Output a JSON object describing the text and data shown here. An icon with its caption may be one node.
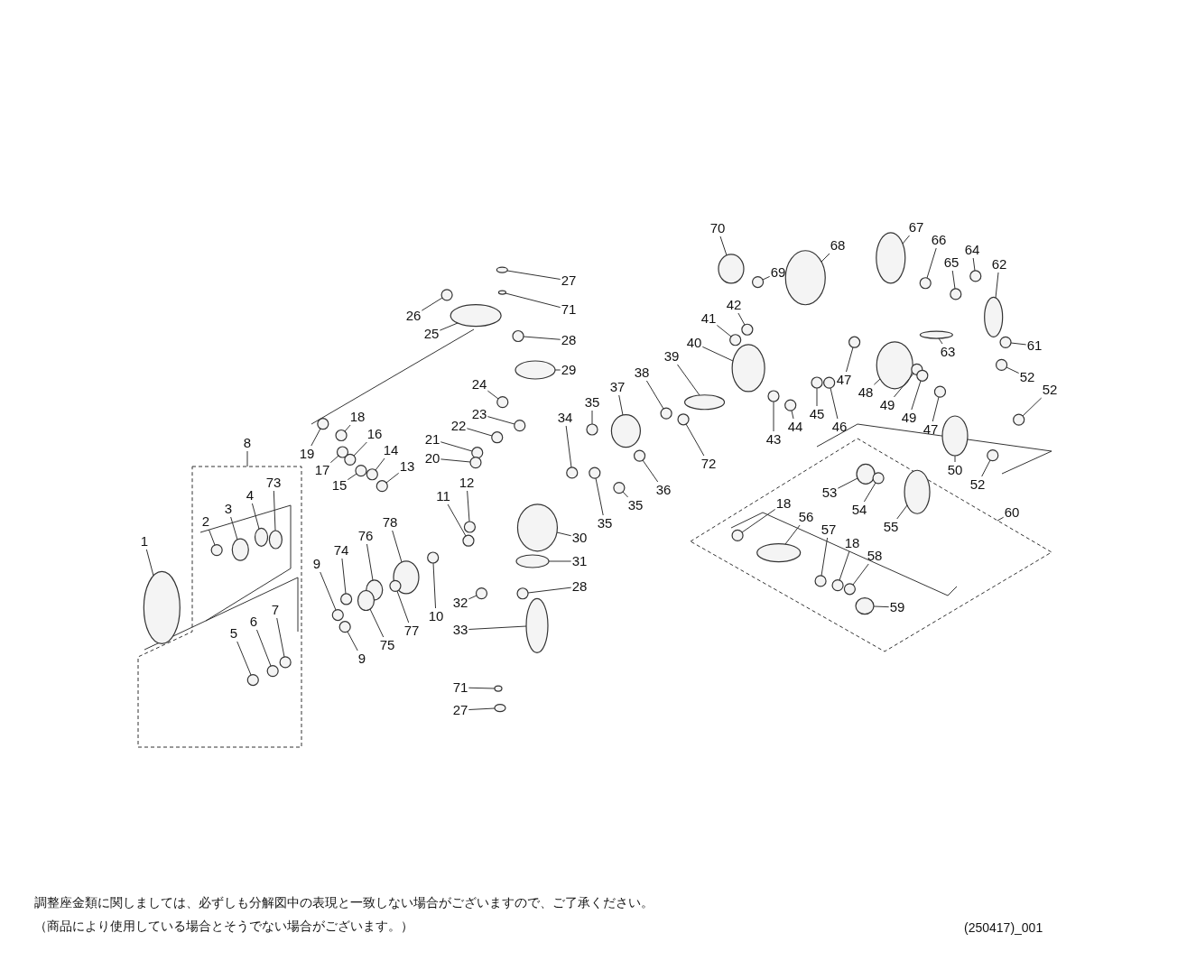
{
  "diagram": {
    "nodes": [
      {
        "text": [
          "27"
        ]
      },
      {
        "text": [
          "71"
        ]
      },
      {
        "text": [
          "26"
        ]
      },
      {
        "text": [
          "25"
        ]
      },
      {
        "text": [
          "28"
        ]
      },
      {
        "text": [
          "29"
        ]
      },
      {
        "text": [
          "24"
        ]
      },
      {
        "text": [
          "23"
        ]
      },
      {
        "text": [
          "22"
        ]
      },
      {
        "text": [
          "21"
        ]
      },
      {
        "text": [
          "20"
        ]
      },
      {
        "text": [
          "18"
        ]
      },
      {
        "text": [
          "19"
        ]
      },
      {
        "text": [
          "16"
        ]
      },
      {
        "text": [
          "17"
        ]
      },
      {
        "text": [
          "14"
        ]
      },
      {
        "text": [
          "15"
        ]
      },
      {
        "text": [
          "13"
        ]
      },
      {
        "text": [
          "12"
        ]
      },
      {
        "text": [
          "11"
        ]
      },
      {
        "text": [
          "8"
        ]
      },
      {
        "text": [
          "73"
        ],
        "in": 109
      },
      {
        "text": [
          "4"
        ],
        "in": 109
      },
      {
        "text": [
          "3"
        ],
        "in": 109
      },
      {
        "text": [
          "2"
        ],
        "in": 109
      },
      {
        "text": [
          "1"
        ]
      },
      {
        "text": [
          "34"
        ]
      },
      {
        "text": [
          "35"
        ]
      },
      {
        "text": [
          "37"
        ]
      },
      {
        "text": [
          "38"
        ]
      },
      {
        "text": [
          "39"
        ]
      },
      {
        "text": [
          "40"
        ]
      },
      {
        "text": [
          "41"
        ]
      },
      {
        "text": [
          "42"
        ]
      },
      {
        "text": [
          "70"
        ]
      },
      {
        "text": [
          "69"
        ]
      },
      {
        "text": [
          "68"
        ]
      },
      {
        "text": [
          "67"
        ]
      },
      {
        "text": [
          "66"
        ]
      },
      {
        "text": [
          "65"
        ]
      },
      {
        "text": [
          "64"
        ]
      },
      {
        "text": [
          "62"
        ]
      },
      {
        "text": [
          "63"
        ]
      },
      {
        "text": [
          "61"
        ]
      },
      {
        "text": [
          "52"
        ]
      },
      {
        "text": [
          "52"
        ]
      },
      {
        "text": [
          "52"
        ]
      },
      {
        "text": [
          "50"
        ]
      },
      {
        "text": [
          "47"
        ]
      },
      {
        "text": [
          "48"
        ]
      },
      {
        "text": [
          "49"
        ]
      },
      {
        "text": [
          "49"
        ]
      },
      {
        "text": [
          "47"
        ]
      },
      {
        "text": [
          "45"
        ]
      },
      {
        "text": [
          "46"
        ]
      },
      {
        "text": [
          "44"
        ]
      },
      {
        "text": [
          "43"
        ]
      },
      {
        "text": [
          "72"
        ]
      },
      {
        "text": [
          "36"
        ]
      },
      {
        "text": [
          "35"
        ]
      },
      {
        "text": [
          "35"
        ]
      },
      {
        "text": [
          "30"
        ]
      },
      {
        "text": [
          "31"
        ]
      },
      {
        "text": [
          "28"
        ]
      },
      {
        "text": [
          "32"
        ]
      },
      {
        "text": [
          "33"
        ]
      },
      {
        "text": [
          "71"
        ]
      },
      {
        "text": [
          "27"
        ]
      },
      {
        "text": [
          "78"
        ]
      },
      {
        "text": [
          "76"
        ]
      },
      {
        "text": [
          "74"
        ]
      },
      {
        "text": [
          "9"
        ]
      },
      {
        "text": [
          "9"
        ]
      },
      {
        "text": [
          "75"
        ]
      },
      {
        "text": [
          "77"
        ]
      },
      {
        "text": [
          "10"
        ]
      },
      {
        "text": [
          "5"
        ],
        "in": 109
      },
      {
        "text": [
          "6"
        ],
        "in": 109
      },
      {
        "text": [
          "7"
        ],
        "in": 109
      },
      {
        "text": [
          "53"
        ],
        "in": 171
      },
      {
        "text": [
          "54"
        ],
        "in": 171
      },
      {
        "text": [
          "55"
        ],
        "in": 171
      },
      {
        "text": [
          "60"
        ]
      },
      {
        "text": [
          "18"
        ],
        "in": 171
      },
      {
        "text": [
          "56"
        ],
        "in": 171
      },
      {
        "text": [
          "57"
        ],
        "in": 171
      },
      {
        "text": [
          "18"
        ],
        "in": 171
      },
      {
        "text": [
          "58"
        ],
        "in": 171
      },
      {
        "text": [
          "59"
        ],
        "in": 171
      },
      {
        "text": [],
        "shape": "circle"
      },
      {
        "text": [],
        "shape": "circle"
      },
      {
        "text": [],
        "shape": "circle"
      },
      {
        "text": [],
        "shape": "circle"
      },
      {
        "text": [],
        "shape": "circle"
      },
      {
        "text": [],
        "shape": "circle"
      },
      {
        "text": [],
        "shape": "circle"
      },
      {
        "text": [],
        "shape": "circle"
      },
      {
        "text": [],
        "shape": "circle"
      },
      {
        "text": [],
        "shape": "circle"
      },
      {
        "text": [],
        "shape": "circle"
      },
      {
        "text": [],
        "shape": "circle"
      },
      {
        "text": [],
        "shape": "circle"
      },
      {
        "text": [],
        "shape": "circle"
      },
      {
        "text": [],
        "shape": "circle"
      },
      {
        "text": [],
        "shape": "circle"
      },
      {
        "text": [],
        "shape": "circle"
      },
      {
        "text": [],
        "shape": "circle"
      },
      {
        "text": [],
        "shape": "circle"
      },
      {
        "text": [],
        "shape": "circle"
      },
      {
        "text": [],
        "shape": "box"
      },
      {
        "text": [],
        "shape": "circle",
        "in": 109
      },
      {
        "text": [],
        "shape": "circle",
        "in": 109
      },
      {
        "text": [],
        "shape": "circle",
        "in": 109
      },
      {
        "text": [],
        "shape": "circle",
        "in": 109
      },
      {
        "text": [],
        "shape": "circle"
      },
      {
        "text": [],
        "shape": "circle"
      },
      {
        "text": [],
        "shape": "circle"
      },
      {
        "text": [],
        "shape": "circle"
      },
      {
        "text": [],
        "shape": "circle"
      },
      {
        "text": [],
        "shape": "circle"
      },
      {
        "text": [],
        "shape": "circle"
      },
      {
        "text": [],
        "shape": "circle"
      },
      {
        "text": [],
        "shape": "circle"
      },
      {
        "text": [],
        "shape": "circle"
      },
      {
        "text": [],
        "shape": "circle"
      },
      {
        "text": [],
        "shape": "circle"
      },
      {
        "text": [],
        "shape": "circle"
      },
      {
        "text": [],
        "shape": "circle"
      },
      {
        "text": [],
        "shape": "circle"
      },
      {
        "text": [],
        "shape": "circle"
      },
      {
        "text": [],
        "shape": "circle"
      },
      {
        "text": [],
        "shape": "circle"
      },
      {
        "text": [],
        "shape": "circle"
      },
      {
        "text": [],
        "shape": "circle"
      },
      {
        "text": [],
        "shape": "circle"
      },
      {
        "text": [],
        "shape": "circle"
      },
      {
        "text": [],
        "shape": "circle"
      },
      {
        "text": [],
        "shape": "circle"
      },
      {
        "text": [],
        "shape": "circle"
      },
      {
        "text": [],
        "shape": "circle"
      },
      {
        "text": [],
        "shape": "circle"
      },
      {
        "text": [],
        "shape": "circle"
      },
      {
        "text": [],
        "shape": "circle"
      },
      {
        "text": [],
        "shape": "circle"
      },
      {
        "text": [],
        "shape": "circle"
      },
      {
        "text": [],
        "shape": "circle"
      },
      {
        "text": [],
        "shape": "circle"
      },
      {
        "text": [],
        "shape": "circle"
      },
      {
        "text": [],
        "shape": "circle"
      },
      {
        "text": [],
        "shape": "circle"
      },
      {
        "text": [],
        "shape": "circle"
      },
      {
        "text": [],
        "shape": "circle"
      },
      {
        "text": [],
        "shape": "circle"
      },
      {
        "text": [],
        "shape": "circle"
      },
      {
        "text": [],
        "shape": "circle"
      },
      {
        "text": [],
        "shape": "circle"
      },
      {
        "text": [],
        "shape": "circle"
      },
      {
        "text": [],
        "shape": "circle"
      },
      {
        "text": [],
        "shape": "circle"
      },
      {
        "text": [],
        "shape": "circle"
      },
      {
        "text": [],
        "shape": "circle"
      },
      {
        "text": [],
        "shape": "circle"
      },
      {
        "text": [],
        "shape": "circle"
      },
      {
        "text": [],
        "shape": "circle"
      },
      {
        "text": [],
        "shape": "circle"
      },
      {
        "text": [],
        "shape": "circle",
        "in": 109
      },
      {
        "text": [],
        "shape": "circle",
        "in": 109
      },
      {
        "text": [],
        "shape": "circle",
        "in": 109
      },
      {
        "text": [],
        "shape": "circle",
        "in": 171
      },
      {
        "text": [],
        "shape": "circle",
        "in": 171
      },
      {
        "text": [],
        "shape": "circle",
        "in": 171
      },
      {
        "text": [],
        "shape": "diamond"
      },
      {
        "text": [],
        "shape": "circle",
        "in": 171
      },
      {
        "text": [],
        "shape": "circle",
        "in": 171
      },
      {
        "text": [],
        "shape": "circle",
        "in": 171
      },
      {
        "text": [],
        "shape": "circle",
        "in": 171
      },
      {
        "text": [],
        "shape": "circle",
        "in": 171
      },
      {
        "text": [],
        "shape": "circle",
        "in": 171
      }
    ],
    "edges": [
      {
        "from": 0,
        "to": 89,
        "arrow": "none"
      },
      {
        "from": 1,
        "to": 90,
        "arrow": "none"
      },
      {
        "from": 2,
        "to": 91,
        "arrow": "none"
      },
      {
        "from": 3,
        "to": 92,
        "arrow": "none"
      },
      {
        "from": 4,
        "to": 93,
        "arrow": "none"
      },
      {
        "from": 5,
        "to": 94,
        "arrow": "none"
      },
      {
        "from": 6,
        "to": 95,
        "arrow": "none"
      },
      {
        "from": 7,
        "to": 96,
        "arrow": "none"
      },
      {
        "from": 8,
        "to": 97,
        "arrow": "none"
      },
      {
        "from": 9,
        "to": 98,
        "arrow": "none"
      },
      {
        "from": 10,
        "to": 99,
        "arrow": "none"
      },
      {
        "from": 11,
        "to": 100,
        "arrow": "none"
      },
      {
        "from": 12,
        "to": 101,
        "arrow": "none"
      },
      {
        "from": 13,
        "to": 102,
        "arrow": "none"
      },
      {
        "from": 14,
        "to": 103,
        "arrow": "none"
      },
      {
        "from": 15,
        "to": 104,
        "arrow": "none"
      },
      {
        "from": 16,
        "to": 105,
        "arrow": "none"
      },
      {
        "from": 17,
        "to": 106,
        "arrow": "none"
      },
      {
        "from": 18,
        "to": 107,
        "arrow": "none"
      },
      {
        "from": 19,
        "to": 108,
        "arrow": "none"
      },
      {
        "from": 20,
        "to": 109,
        "arrow": "none"
      },
      {
        "from": 21,
        "to": 110,
        "arrow": "none"
      },
      {
        "from": 22,
        "to": 111,
        "arrow": "none"
      },
      {
        "from": 23,
        "to": 112,
        "arrow": "none"
      },
      {
        "from": 24,
        "to": 113,
        "arrow": "none"
      },
      {
        "from": 25,
        "to": 114,
        "arrow": "none"
      },
      {
        "from": 26,
        "to": 115,
        "arrow": "none"
      },
      {
        "from": 27,
        "to": 116,
        "arrow": "none"
      },
      {
        "from": 28,
        "to": 117,
        "arrow": "none"
      },
      {
        "from": 29,
        "to": 118,
        "arrow": "none"
      },
      {
        "from": 30,
        "to": 119,
        "arrow": "none"
      },
      {
        "from": 31,
        "to": 120,
        "arrow": "none"
      },
      {
        "from": 32,
        "to": 121,
        "arrow": "none"
      },
      {
        "from": 33,
        "to": 122,
        "arrow": "none"
      },
      {
        "from": 34,
        "to": 123,
        "arrow": "none"
      },
      {
        "from": 35,
        "to": 124,
        "arrow": "none"
      },
      {
        "from": 36,
        "to": 125,
        "arrow": "none"
      },
      {
        "from": 37,
        "to": 126,
        "arrow": "none"
      },
      {
        "from": 38,
        "to": 127,
        "arrow": "none"
      },
      {
        "from": 39,
        "to": 128,
        "arrow": "none"
      },
      {
        "from": 40,
        "to": 129,
        "arrow": "none"
      },
      {
        "from": 41,
        "to": 130,
        "arrow": "none"
      },
      {
        "from": 42,
        "to": 131,
        "arrow": "none"
      },
      {
        "from": 43,
        "to": 132,
        "arrow": "none"
      },
      {
        "from": 44,
        "to": 133,
        "arrow": "none"
      },
      {
        "from": 45,
        "to": 134,
        "arrow": "none"
      },
      {
        "from": 46,
        "to": 135,
        "arrow": "none"
      },
      {
        "from": 47,
        "to": 136,
        "arrow": "none"
      },
      {
        "from": 48,
        "to": 137,
        "arrow": "none"
      },
      {
        "from": 49,
        "to": 138,
        "arrow": "none"
      },
      {
        "from": 50,
        "to": 139,
        "arrow": "none"
      },
      {
        "from": 51,
        "to": 140,
        "arrow": "none"
      },
      {
        "from": 52,
        "to": 141,
        "arrow": "none"
      },
      {
        "from": 53,
        "to": 142,
        "arrow": "none"
      },
      {
        "from": 54,
        "to": 143,
        "arrow": "none"
      },
      {
        "from": 55,
        "to": 144,
        "arrow": "none"
      },
      {
        "from": 56,
        "to": 145,
        "arrow": "none"
      },
      {
        "from": 57,
        "to": 146,
        "arrow": "none"
      },
      {
        "from": 58,
        "to": 147,
        "arrow": "none"
      },
      {
        "from": 59,
        "to": 148,
        "arrow": "none"
      },
      {
        "from": 60,
        "to": 149,
        "arrow": "none"
      },
      {
        "from": 61,
        "to": 150,
        "arrow": "none"
      },
      {
        "from": 62,
        "to": 151,
        "arrow": "none"
      },
      {
        "from": 63,
        "to": 152,
        "arrow": "none"
      },
      {
        "from": 64,
        "to": 153,
        "arrow": "none"
      },
      {
        "from": 65,
        "to": 154,
        "arrow": "none"
      },
      {
        "from": 66,
        "to": 155,
        "arrow": "none"
      },
      {
        "from": 67,
        "to": 156,
        "arrow": "none"
      },
      {
        "from": 68,
        "to": 157,
        "arrow": "none"
      },
      {
        "from": 69,
        "to": 158,
        "arrow": "none"
      },
      {
        "from": 70,
        "to": 159,
        "arrow": "none"
      },
      {
        "from": 71,
        "to": 160,
        "arrow": "none"
      },
      {
        "from": 72,
        "to": 161,
        "arrow": "none"
      },
      {
        "from": 73,
        "to": 162,
        "arrow": "none"
      },
      {
        "from": 74,
        "to": 163,
        "arrow": "none"
      },
      {
        "from": 75,
        "to": 164,
        "arrow": "none"
      },
      {
        "from": 76,
        "to": 165,
        "arrow": "none"
      },
      {
        "from": 77,
        "to": 166,
        "arrow": "none"
      },
      {
        "from": 78,
        "to": 167,
        "arrow": "none"
      },
      {
        "from": 79,
        "to": 168,
        "arrow": "none"
      },
      {
        "from": 80,
        "to": 169,
        "arrow": "none"
      },
      {
        "from": 81,
        "to": 170,
        "arrow": "none"
      },
      {
        "from": 82,
        "to": 171,
        "arrow": "none"
      },
      {
        "from": 83,
        "to": 172,
        "arrow": "none"
      },
      {
        "from": 84,
        "to": 173,
        "arrow": "none"
      },
      {
        "from": 85,
        "to": 174,
        "arrow": "none"
      },
      {
        "from": 86,
        "to": 175,
        "arrow": "none"
      },
      {
        "from": 87,
        "to": 176,
        "arrow": "none"
      },
      {
        "from": 88,
        "to": 177,
        "arrow": "none"
      }
    ],
    "labels": [
      "調整座金類に関しましては、必ずしも分解図中の表現と一致しない場合がございますので、ご了承ください。",
      "（商品により使用している場合とそうでない場合がございます。）",
      "(250417)_001"
    ]
  }
}
